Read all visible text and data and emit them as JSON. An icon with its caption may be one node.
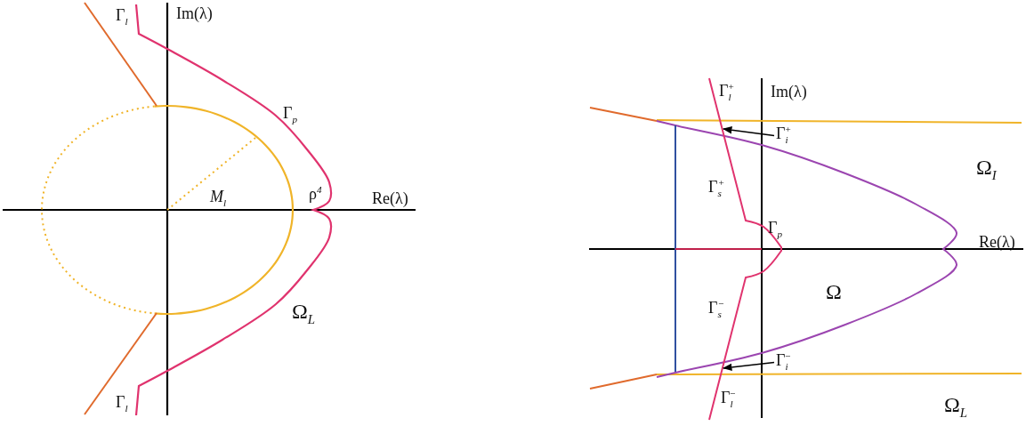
{
  "diagram": {
    "nodes": [
      {
        "text": [
          "Γ$_{i}$$^{+}$"
        ]
      },
      {
        "text": [
          "Γ$_{i}$$^{−}$"
        ]
      }
    ],
    "edges": [
      {
        "from": 0,
        "to": null,
        "arrow": "to"
      },
      {
        "from": 1,
        "to": null,
        "arrow": "to"
      }
    ],
    "labels": [
      "Γ$_{l}$",
      "Im(λ)",
      "Γ$_{p}$",
      "*M*$_{l}$",
      "ρ$^{4}$",
      "Re(λ)",
      "Ω$_{L}$",
      "Γ$_{l}$",
      "Γ$_{l}$$^{+}$",
      "Im(λ)",
      "Ω$_{I}$",
      "Γ$_{s}$$^{+}$",
      "Γ$_{p}$",
      "Re(λ)",
      "Ω",
      "Γ$_{s}$$^{−}$",
      "Γ$_{l}$$^{−}$",
      "Ω$_{L}$"
    ]
  }
}
